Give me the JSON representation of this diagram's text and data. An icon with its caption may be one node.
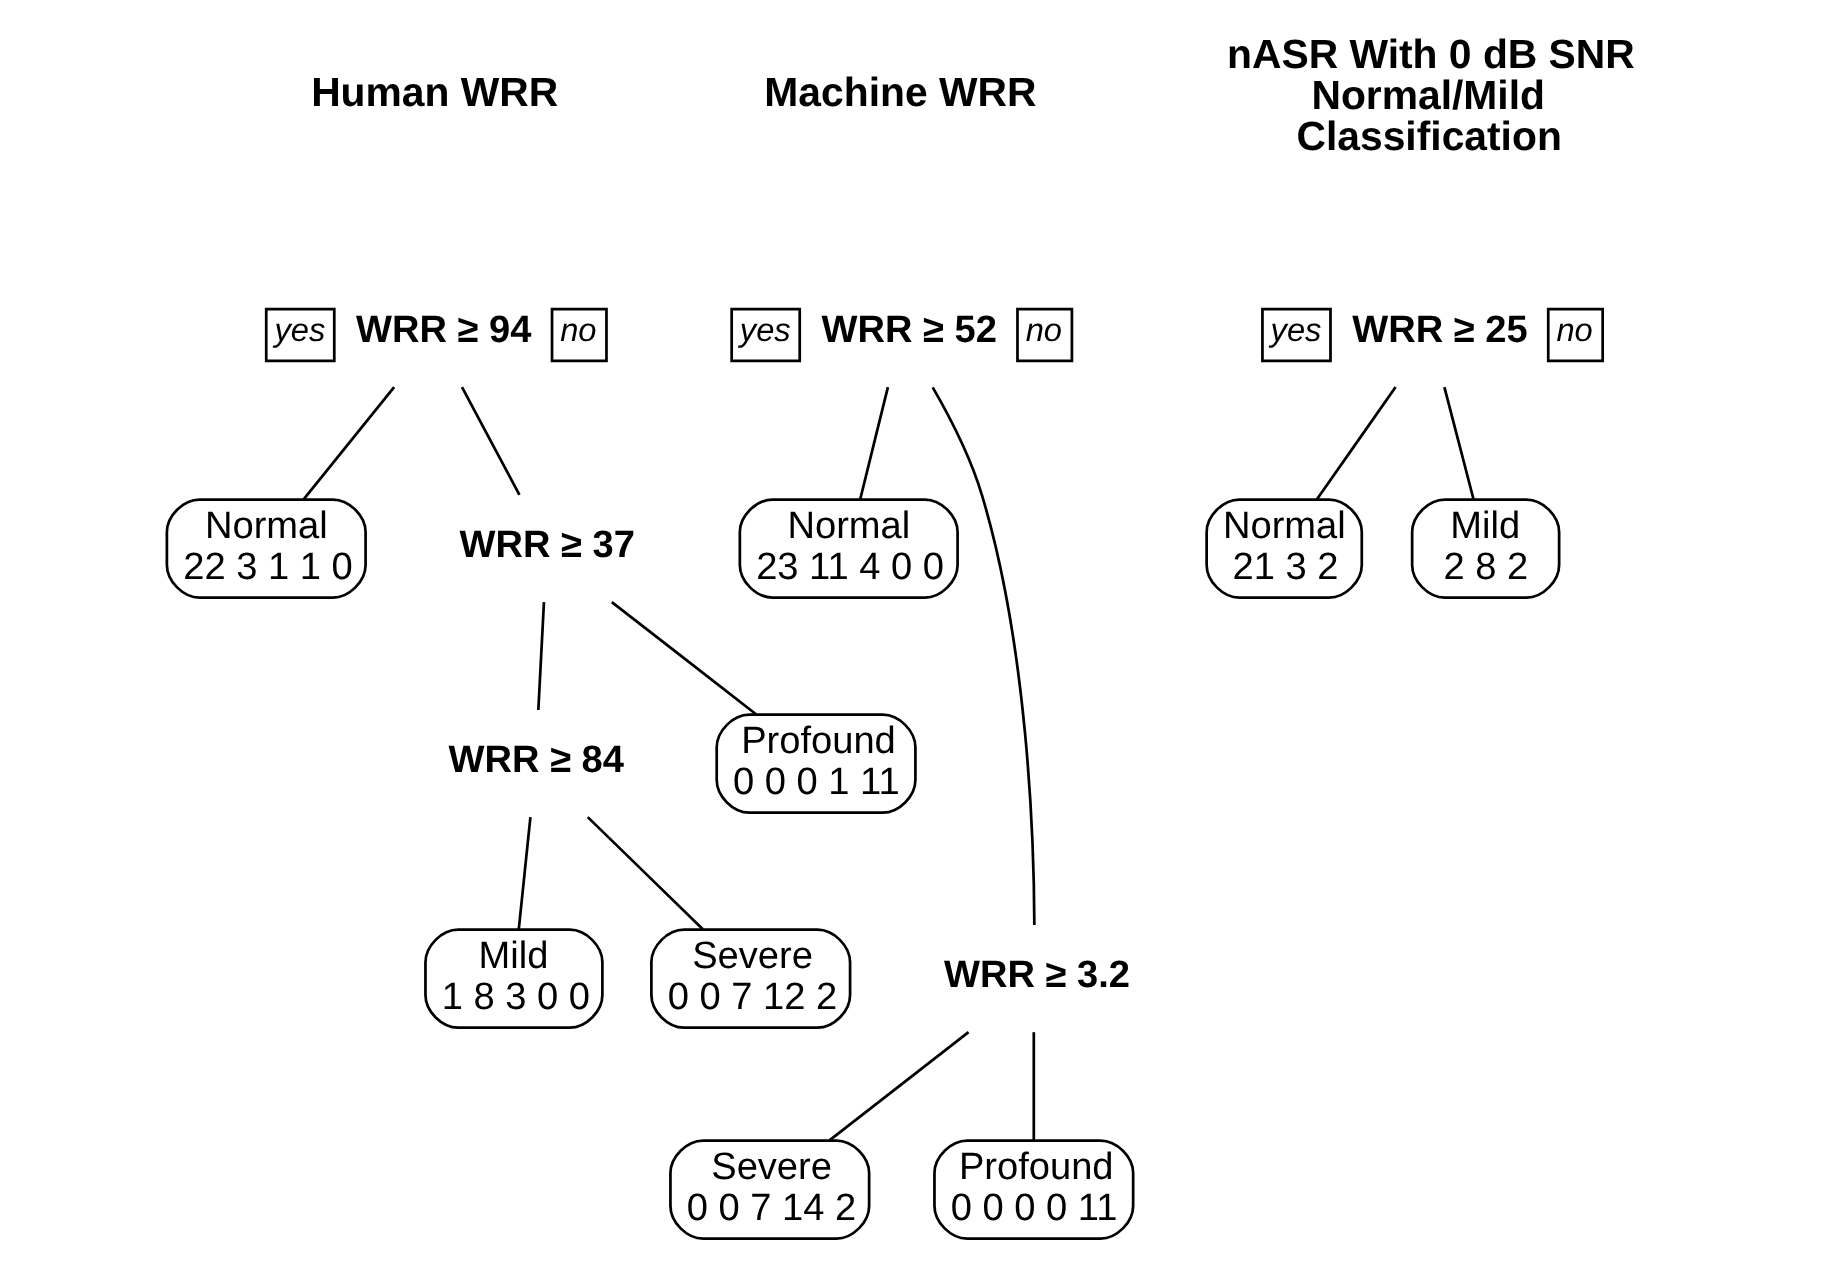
{
  "diagram": {
    "nodes": [
      {
        "text": [
          "yes",
          "WRR ≥ 94",
          "no"
        ]
      },
      {
        "text": [
          "Normal",
          "22 3 1 1 0"
        ]
      },
      {
        "text": [
          "WRR ≥ 37"
        ]
      },
      {
        "text": [
          "WRR ≥ 84"
        ]
      },
      {
        "text": [
          "Profound",
          "0 0 0 1 11"
        ]
      },
      {
        "text": [
          "Mild",
          "1 8 3 0 0"
        ]
      },
      {
        "text": [
          "Severe",
          "0 0 7 12 2"
        ]
      },
      {
        "text": [
          "yes",
          "WRR ≥ 52",
          "no"
        ]
      },
      {
        "text": [
          "Normal",
          "23 11 4 0 0"
        ]
      },
      {
        "text": [
          "WRR ≥ 3.2"
        ]
      },
      {
        "text": [
          "Severe",
          "0 0 7 14 2"
        ]
      },
      {
        "text": [
          "Profound",
          "0 0 0 0 11"
        ]
      },
      {
        "text": [
          "yes",
          "WRR ≥ 25",
          "no"
        ]
      },
      {
        "text": [
          "Normal",
          "21 3 2"
        ]
      },
      {
        "text": [
          "Mild",
          "2 8 2"
        ]
      }
    ],
    "edges": [
      {
        "from": 0,
        "to": 1,
        "arrow": "none"
      },
      {
        "from": 0,
        "to": 2,
        "arrow": "none"
      },
      {
        "from": 2,
        "to": 3,
        "arrow": "none"
      },
      {
        "from": 2,
        "to": 4,
        "arrow": "none"
      },
      {
        "from": 3,
        "to": 5,
        "arrow": "none"
      },
      {
        "from": 3,
        "to": 6,
        "arrow": "none"
      },
      {
        "from": 7,
        "to": 8,
        "arrow": "none"
      },
      {
        "from": 7,
        "to": 9,
        "arrow": "none"
      },
      {
        "from": 9,
        "to": 10,
        "arrow": "none"
      },
      {
        "from": 9,
        "to": 11,
        "arrow": "none"
      },
      {
        "from": 12,
        "to": 13,
        "arrow": "none"
      },
      {
        "from": 12,
        "to": 14,
        "arrow": "none"
      }
    ],
    "labels": [
      "Human WRR",
      "Machine WRR",
      "nASR With 0 dB SNR Normal/Mild Classification"
    ]
  }
}
